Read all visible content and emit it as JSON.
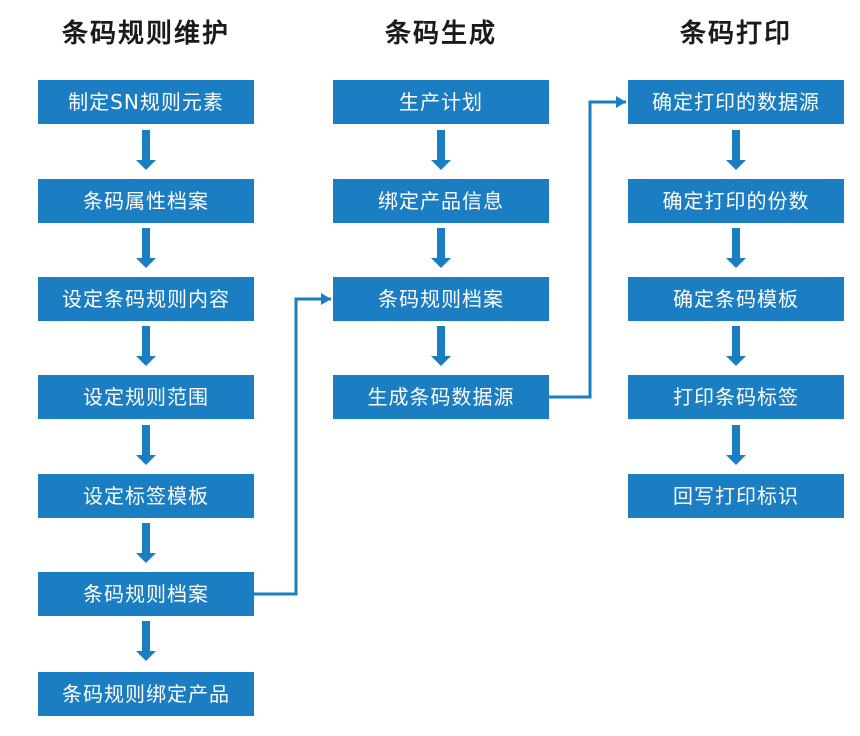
{
  "colors": {
    "box_fill": "#1b7ec2",
    "connector": "#1b7ec2",
    "box_text": "#ffffff",
    "title_text": "#1a1a1a"
  },
  "columns": [
    {
      "title": "条码规则维护",
      "steps": [
        "制定SN规则元素",
        "条码属性档案",
        "设定条码规则内容",
        "设定规则范围",
        "设定标签模板",
        "条码规则档案",
        "条码规则绑定产品"
      ]
    },
    {
      "title": "条码生成",
      "steps": [
        "生产计划",
        "绑定产品信息",
        "条码规则档案",
        "生成条码数据源"
      ]
    },
    {
      "title": "条码打印",
      "steps": [
        "确定打印的数据源",
        "确定打印的份数",
        "确定条码模板",
        "打印条码标签",
        "回写打印标识"
      ]
    }
  ]
}
